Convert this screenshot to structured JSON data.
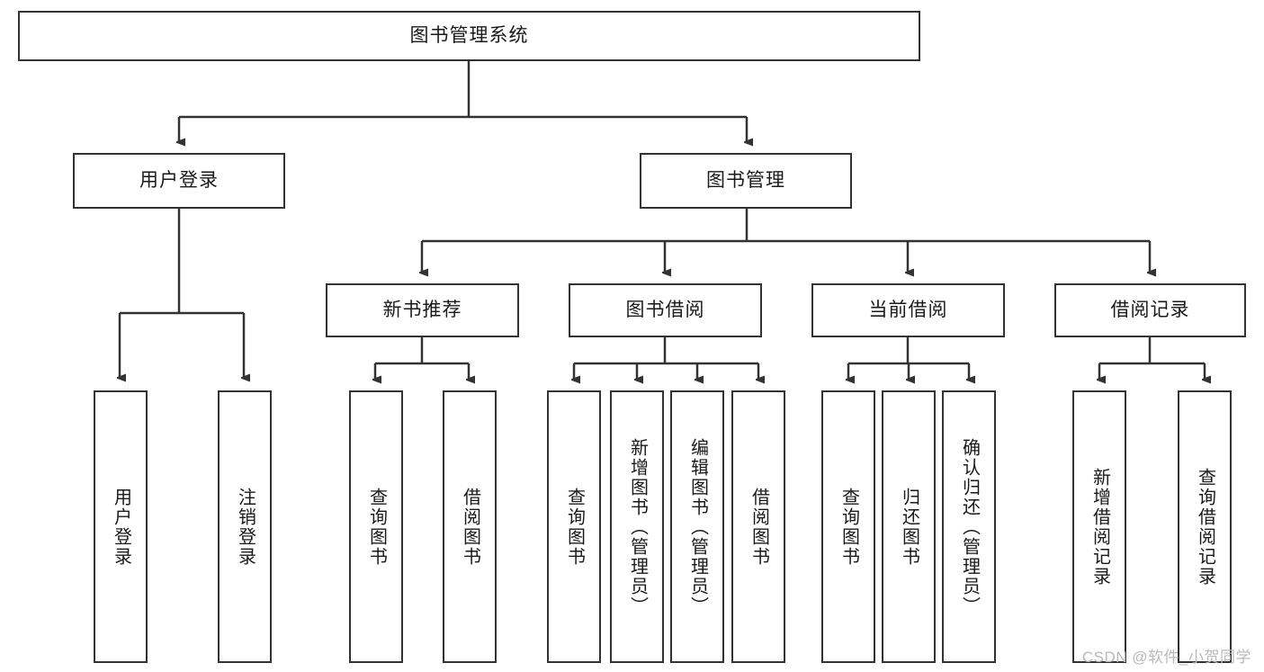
{
  "diagram": {
    "type": "tree-hierarchy",
    "title": "图书管理系统",
    "watermark": "CSDN @软件_小贺同学",
    "colors": {
      "stroke": "#333333",
      "fill": "#ffffff",
      "text": "#1a1a1a",
      "watermark": "#b9b9b9"
    },
    "root": {
      "label": "图书管理系统"
    },
    "level2": [
      {
        "label": "用户登录"
      },
      {
        "label": "图书管理"
      }
    ],
    "level3": [
      {
        "label": "新书推荐"
      },
      {
        "label": "图书借阅"
      },
      {
        "label": "当前借阅"
      },
      {
        "label": "借阅记录"
      }
    ],
    "leaves": {
      "user_login": [
        {
          "label": "用户登录"
        },
        {
          "label": "注销登录"
        }
      ],
      "new_book_recommend": [
        {
          "label": "查询图书"
        },
        {
          "label": "借阅图书"
        }
      ],
      "book_borrow": [
        {
          "label": "查询图书"
        },
        {
          "label": "新增图书（管理员）"
        },
        {
          "label": "编辑图书（管理员）"
        },
        {
          "label": "借阅图书"
        }
      ],
      "current_borrow": [
        {
          "label": "查询图书"
        },
        {
          "label": "归还图书"
        },
        {
          "label": "确认归还（管理员）"
        }
      ],
      "borrow_record": [
        {
          "label": "新增借阅记录"
        },
        {
          "label": "查询借阅记录"
        }
      ]
    }
  }
}
